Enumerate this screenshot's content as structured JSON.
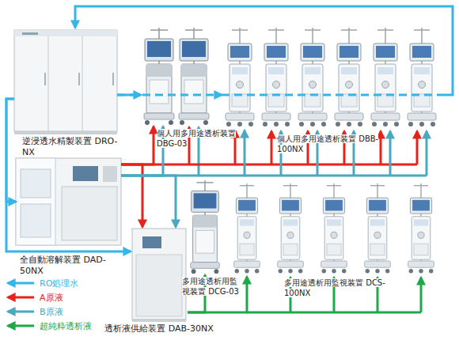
{
  "diagram": {
    "nodes": [
      {
        "text": [
          "逆浸透水精製装置 DRO- NX"
        ]
      },
      {
        "text": [
          "全自動溶解装置 DAD- 50NX"
        ]
      },
      {
        "text": [
          "透析液供給装置 DAB-30NX"
        ]
      },
      {
        "text": [
          "個人用多用途透析装置 DBG-03"
        ]
      },
      {
        "text": [
          "個人用多用途透析装置 DBB- 100NX"
        ]
      },
      {
        "text": [
          "多用途透析用監 視装置 DCG-03"
        ]
      },
      {
        "text": [
          "多用途透析用監視装置 DCS- 100NX"
        ]
      }
    ],
    "edges": [
      {
        "from": 0,
        "to": 3,
        "arrow": "to"
      },
      {
        "from": 0,
        "to": 4,
        "arrow": "to"
      },
      {
        "from": 4,
        "to": 0,
        "arrow": "to"
      },
      {
        "from": 0,
        "to": 1,
        "arrow": "to"
      },
      {
        "from": 0,
        "to": 2,
        "arrow": "to"
      },
      {
        "from": 1,
        "to": 3,
        "arrow": "to"
      },
      {
        "from": 1,
        "to": 4,
        "arrow": "to"
      },
      {
        "from": 1,
        "to": 2,
        "arrow": "to"
      },
      {
        "from": 1,
        "to": 3,
        "arrow": "to"
      },
      {
        "from": 1,
        "to": 4,
        "arrow": "to"
      },
      {
        "from": 1,
        "to": 2,
        "arrow": "to"
      },
      {
        "from": 2,
        "to": 5,
        "arrow": "to"
      },
      {
        "from": 2,
        "to": 6,
        "arrow": "to"
      }
    ],
    "legend": [
      {
        "text": "RO処理水"
      },
      {
        "text": "A原液"
      },
      {
        "text": "B原液"
      },
      {
        "text": "超純粋透析液"
      }
    ]
  }
}
